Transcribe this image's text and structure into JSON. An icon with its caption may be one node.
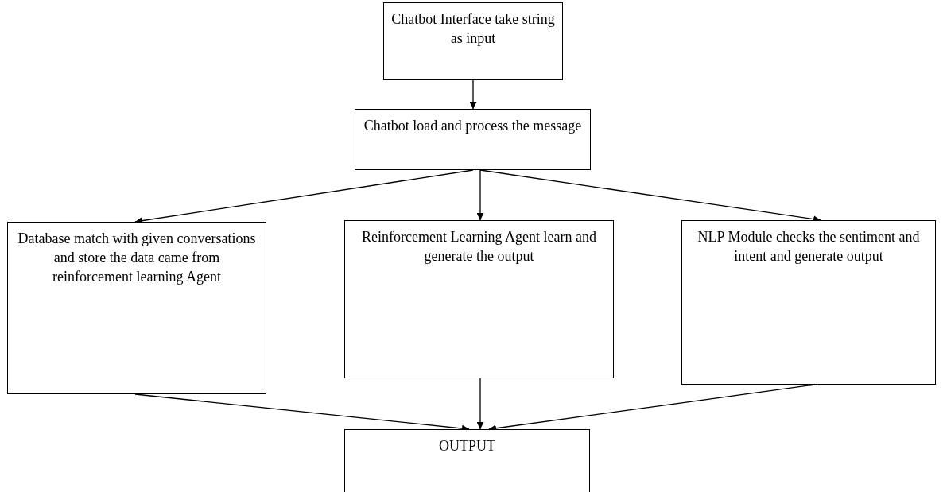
{
  "diagram": {
    "nodes": [
      {
        "text": [
          "Chatbot Interface take string as input"
        ]
      },
      {
        "text": [
          "Chatbot load and process the message"
        ]
      },
      {
        "text": [
          "Database match with given conversations and store the data came from reinforcement learning Agent"
        ]
      },
      {
        "text": [
          "Reinforcement Learning Agent learn and generate the output"
        ]
      },
      {
        "text": [
          "NLP Module checks the sentiment and intent and generate output"
        ]
      },
      {
        "text": [
          "OUTPUT"
        ]
      }
    ],
    "edges": [
      {
        "from": 0,
        "to": 1,
        "arrow": "to"
      },
      {
        "from": 1,
        "to": 2,
        "arrow": "to"
      },
      {
        "from": 1,
        "to": 3,
        "arrow": "to"
      },
      {
        "from": 1,
        "to": 4,
        "arrow": "to"
      },
      {
        "from": 2,
        "to": 5,
        "arrow": "to"
      },
      {
        "from": 3,
        "to": 5,
        "arrow": "to"
      },
      {
        "from": 4,
        "to": 5,
        "arrow": "to"
      }
    ]
  }
}
